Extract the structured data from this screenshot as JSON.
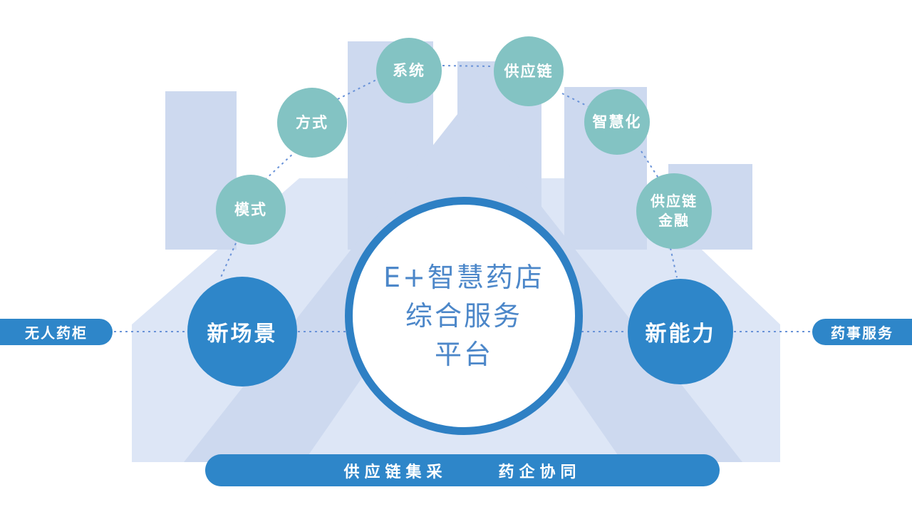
{
  "diagram": {
    "center": {
      "lines": [
        "E+智慧药店",
        "综合服务",
        "平台"
      ]
    },
    "arc_nodes": [
      {
        "label": "模式"
      },
      {
        "label": "方式"
      },
      {
        "label": "系统"
      },
      {
        "label": "供应链"
      },
      {
        "label": "智慧化"
      },
      {
        "label": "供应链金融",
        "lines": [
          "供应链",
          "金融"
        ]
      }
    ],
    "left_node": {
      "label": "新场景"
    },
    "right_node": {
      "label": "新能力"
    },
    "left_pill": {
      "label": "无人药柜"
    },
    "right_pill": {
      "label": "药事服务"
    },
    "bottom_banner": {
      "items": [
        "供应链集采",
        "药企协同"
      ]
    }
  },
  "colors": {
    "primary_blue": "#2e86c9",
    "center_border_blue": "#2e80c4",
    "center_text_blue": "#4c87c9",
    "teal": "#83c3c3",
    "bg_light_blue": "#cdd9ef",
    "bg_lighter_blue": "#dde6f6",
    "dotted_line_blue": "#6a93d8",
    "text_white": "#ffffff"
  }
}
